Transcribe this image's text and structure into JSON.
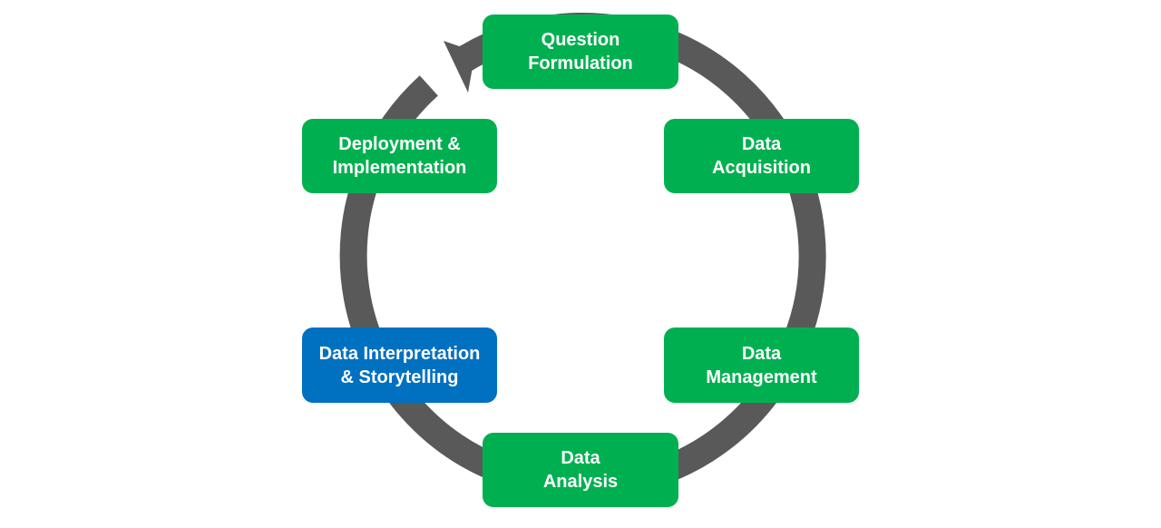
{
  "colors": {
    "ring": "#595959",
    "step_default": "#00b050",
    "step_highlight": "#0070c0",
    "label": "#ffffff"
  },
  "steps": [
    {
      "lines": [
        "Question",
        "Formulation"
      ],
      "highlighted": false
    },
    {
      "lines": [
        "Data",
        "Acquisition"
      ],
      "highlighted": false
    },
    {
      "lines": [
        "Data",
        "Management"
      ],
      "highlighted": false
    },
    {
      "lines": [
        "Data",
        "Analysis"
      ],
      "highlighted": false
    },
    {
      "lines": [
        "Data Interpretation",
        "& Storytelling"
      ],
      "highlighted": true
    },
    {
      "lines": [
        "Deployment &",
        "Implementation"
      ],
      "highlighted": false
    }
  ]
}
